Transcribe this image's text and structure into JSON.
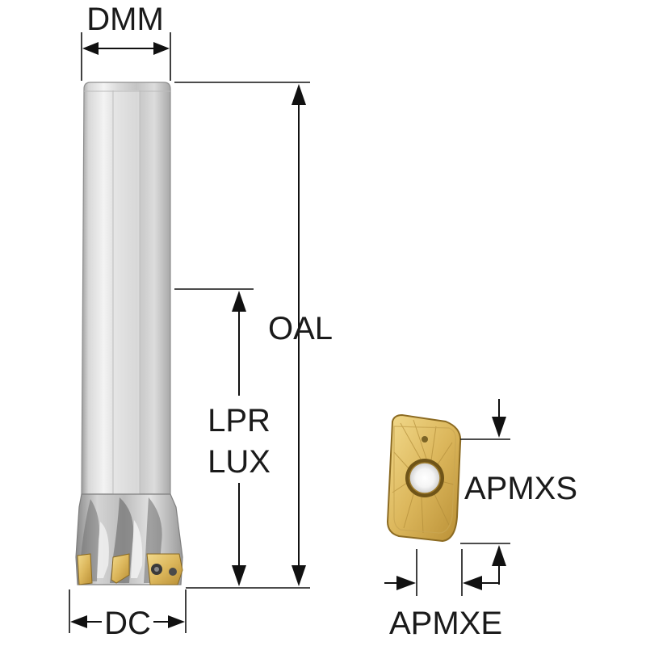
{
  "labels": {
    "dmm": "DMM",
    "oal": "OAL",
    "lpr": "LPR",
    "lux": "LUX",
    "dc": "DC",
    "apmxs": "APMXS",
    "apmxe": "APMXE"
  },
  "colors": {
    "shank_light": "#eeeeee",
    "shank_mid": "#c9c9c9",
    "shank_dark": "#9a9a9a",
    "insert_gold": "#d9b55a",
    "insert_light": "#f0d88e",
    "insert_dark": "#a8802c",
    "line": "#111111"
  }
}
